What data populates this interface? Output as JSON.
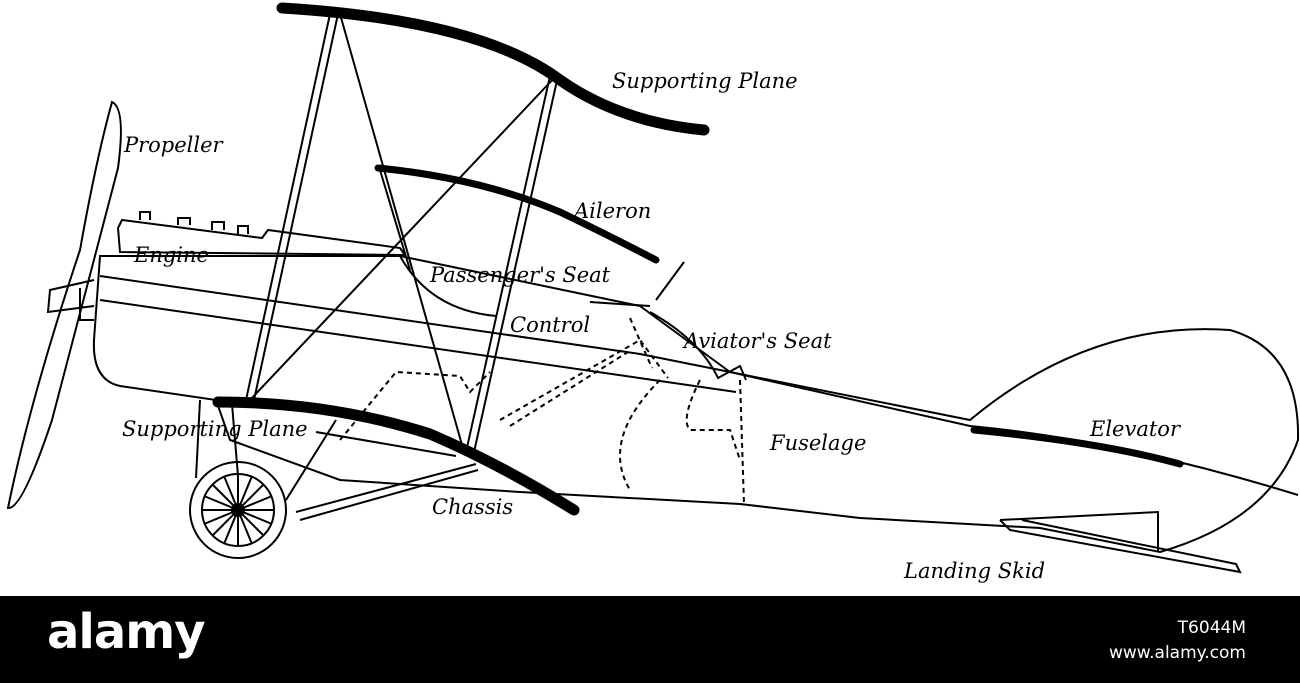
{
  "diagram": {
    "labels": {
      "supporting_plane_top": "Supporting Plane",
      "propeller": "Propeller",
      "aileron": "Aileron",
      "engine": "Engine",
      "passengers_seat": "Passenger's Seat",
      "control": "Control",
      "aviators_seat": "Aviator's Seat",
      "supporting_plane_bottom": "Supporting Plane",
      "fuselage": "Fuselage",
      "elevator": "Elevator",
      "chassis": "Chassis",
      "landing_skid": "Landing Skid"
    }
  },
  "watermark": {
    "brand": "alamy",
    "image_id": "T6044M",
    "site": "www.alamy.com"
  }
}
